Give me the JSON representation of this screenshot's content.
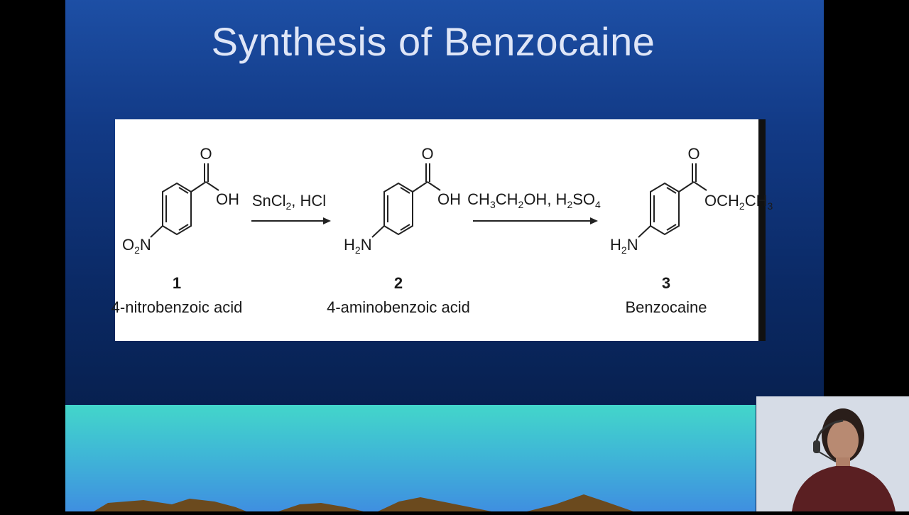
{
  "slide": {
    "title": "Synthesis of Benzocaine"
  },
  "scheme": {
    "compounds": [
      {
        "number": "1",
        "name": "4-nitrobenzoic acid",
        "substituent": "O2N",
        "carbonyl_O": "O",
        "tail": "OH"
      },
      {
        "number": "2",
        "name": "4-aminobenzoic acid",
        "substituent": "H2N",
        "carbonyl_O": "O",
        "tail": "OH"
      },
      {
        "number": "3",
        "name": "Benzocaine",
        "substituent": "H2N",
        "carbonyl_O": "O",
        "tail": "OCH2CH3"
      }
    ],
    "steps": [
      {
        "reagent": "SnCl2, HCl"
      },
      {
        "reagent": "CH3CH2OH, H2SO4"
      }
    ]
  },
  "colors": {
    "slide_bg_top": "#1d4fa5",
    "slide_bg_bottom": "#07204f",
    "landscape_top": "#43d6ca",
    "landscape_bottom": "#3f8fe0",
    "title_text": "#dfe6f7"
  }
}
